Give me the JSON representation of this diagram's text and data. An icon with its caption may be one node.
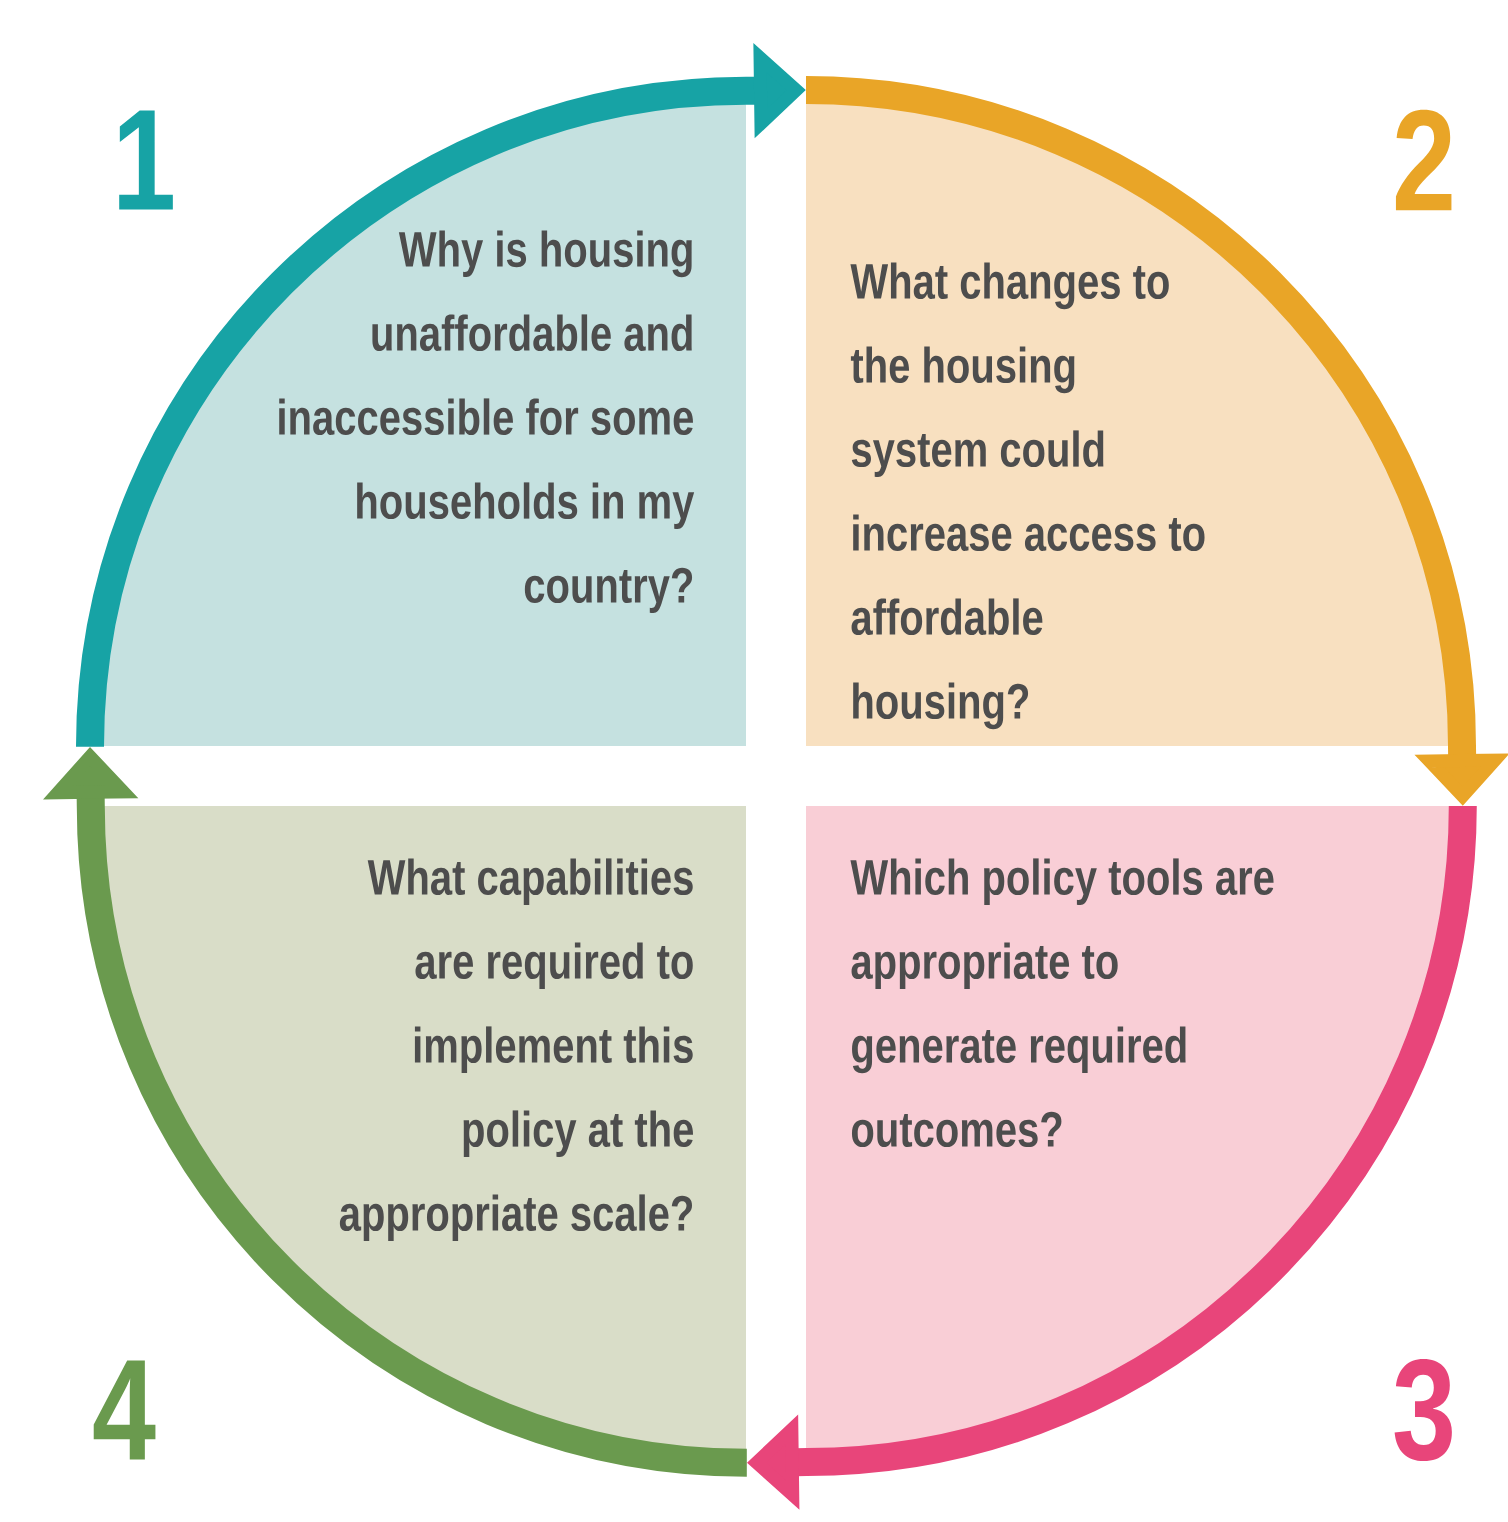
{
  "diagram": {
    "nodes": [
      {
        "text": [
          "Why is housing unaffordable and inaccessible for some households in my country?"
        ]
      },
      {
        "text": [
          "What changes to the housing system could increase access to affordable housing?"
        ]
      },
      {
        "text": [
          "What capabilities are required to implement this policy at the appropriate scale?"
        ]
      },
      {
        "text": [
          "Which policy tools are appropriate to generate required outcomes?"
        ]
      }
    ],
    "edges": [
      {
        "from": 0,
        "to": 1,
        "arrow": "to",
        "color": "#17a3a5"
      },
      {
        "from": 1,
        "to": 3,
        "arrow": "to",
        "color": "#e9a527"
      },
      {
        "from": 3,
        "to": 2,
        "arrow": "to",
        "color": "#e8457a"
      },
      {
        "from": 2,
        "to": 0,
        "arrow": "to",
        "color": "#6a9a4e"
      }
    ],
    "labels": [
      "1",
      "2",
      "3",
      "4"
    ]
  }
}
